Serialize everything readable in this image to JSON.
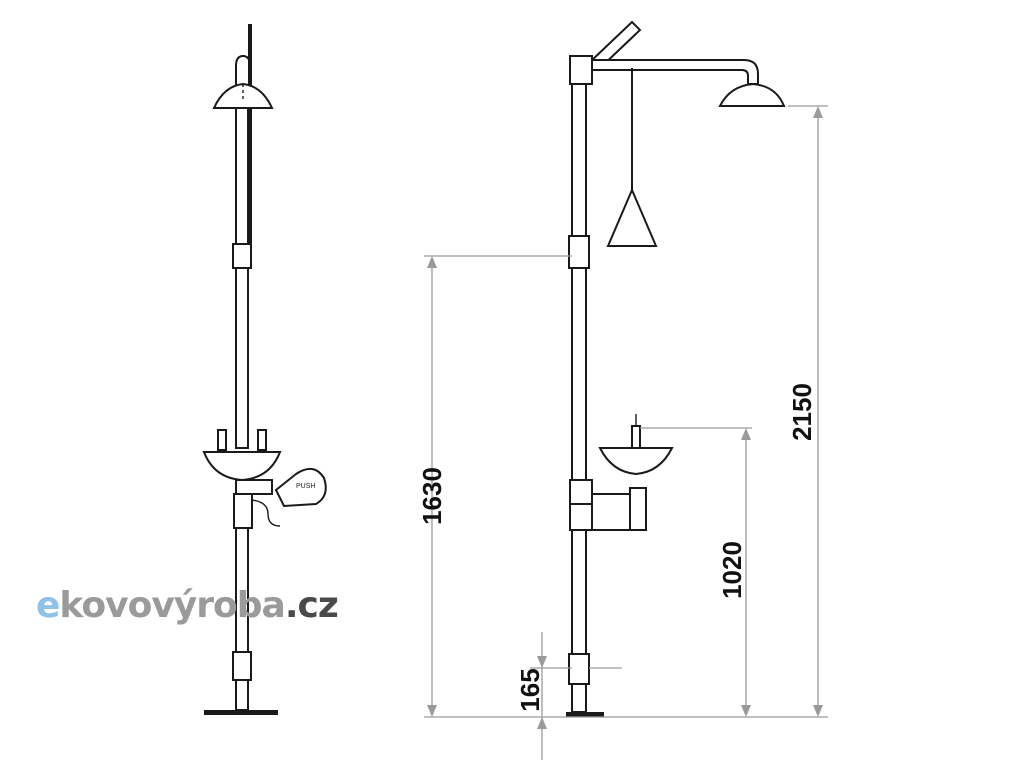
{
  "dimensions": {
    "overall_height": "2150",
    "pull_handle_height": "1630",
    "eyewash_height": "1020",
    "base_height": "165"
  },
  "equipment_labels": {
    "push_plate": "PUSH"
  },
  "watermark": {
    "prefix": "e",
    "name": "kovovýroba",
    "tld": ".cz"
  },
  "colors": {
    "line": "#1a1a1a",
    "dimension_line": "#9a9a9a",
    "logo_accent": "#8fc2e8",
    "logo_gray": "#9a9a9a",
    "logo_dark": "#4a4a4a"
  }
}
